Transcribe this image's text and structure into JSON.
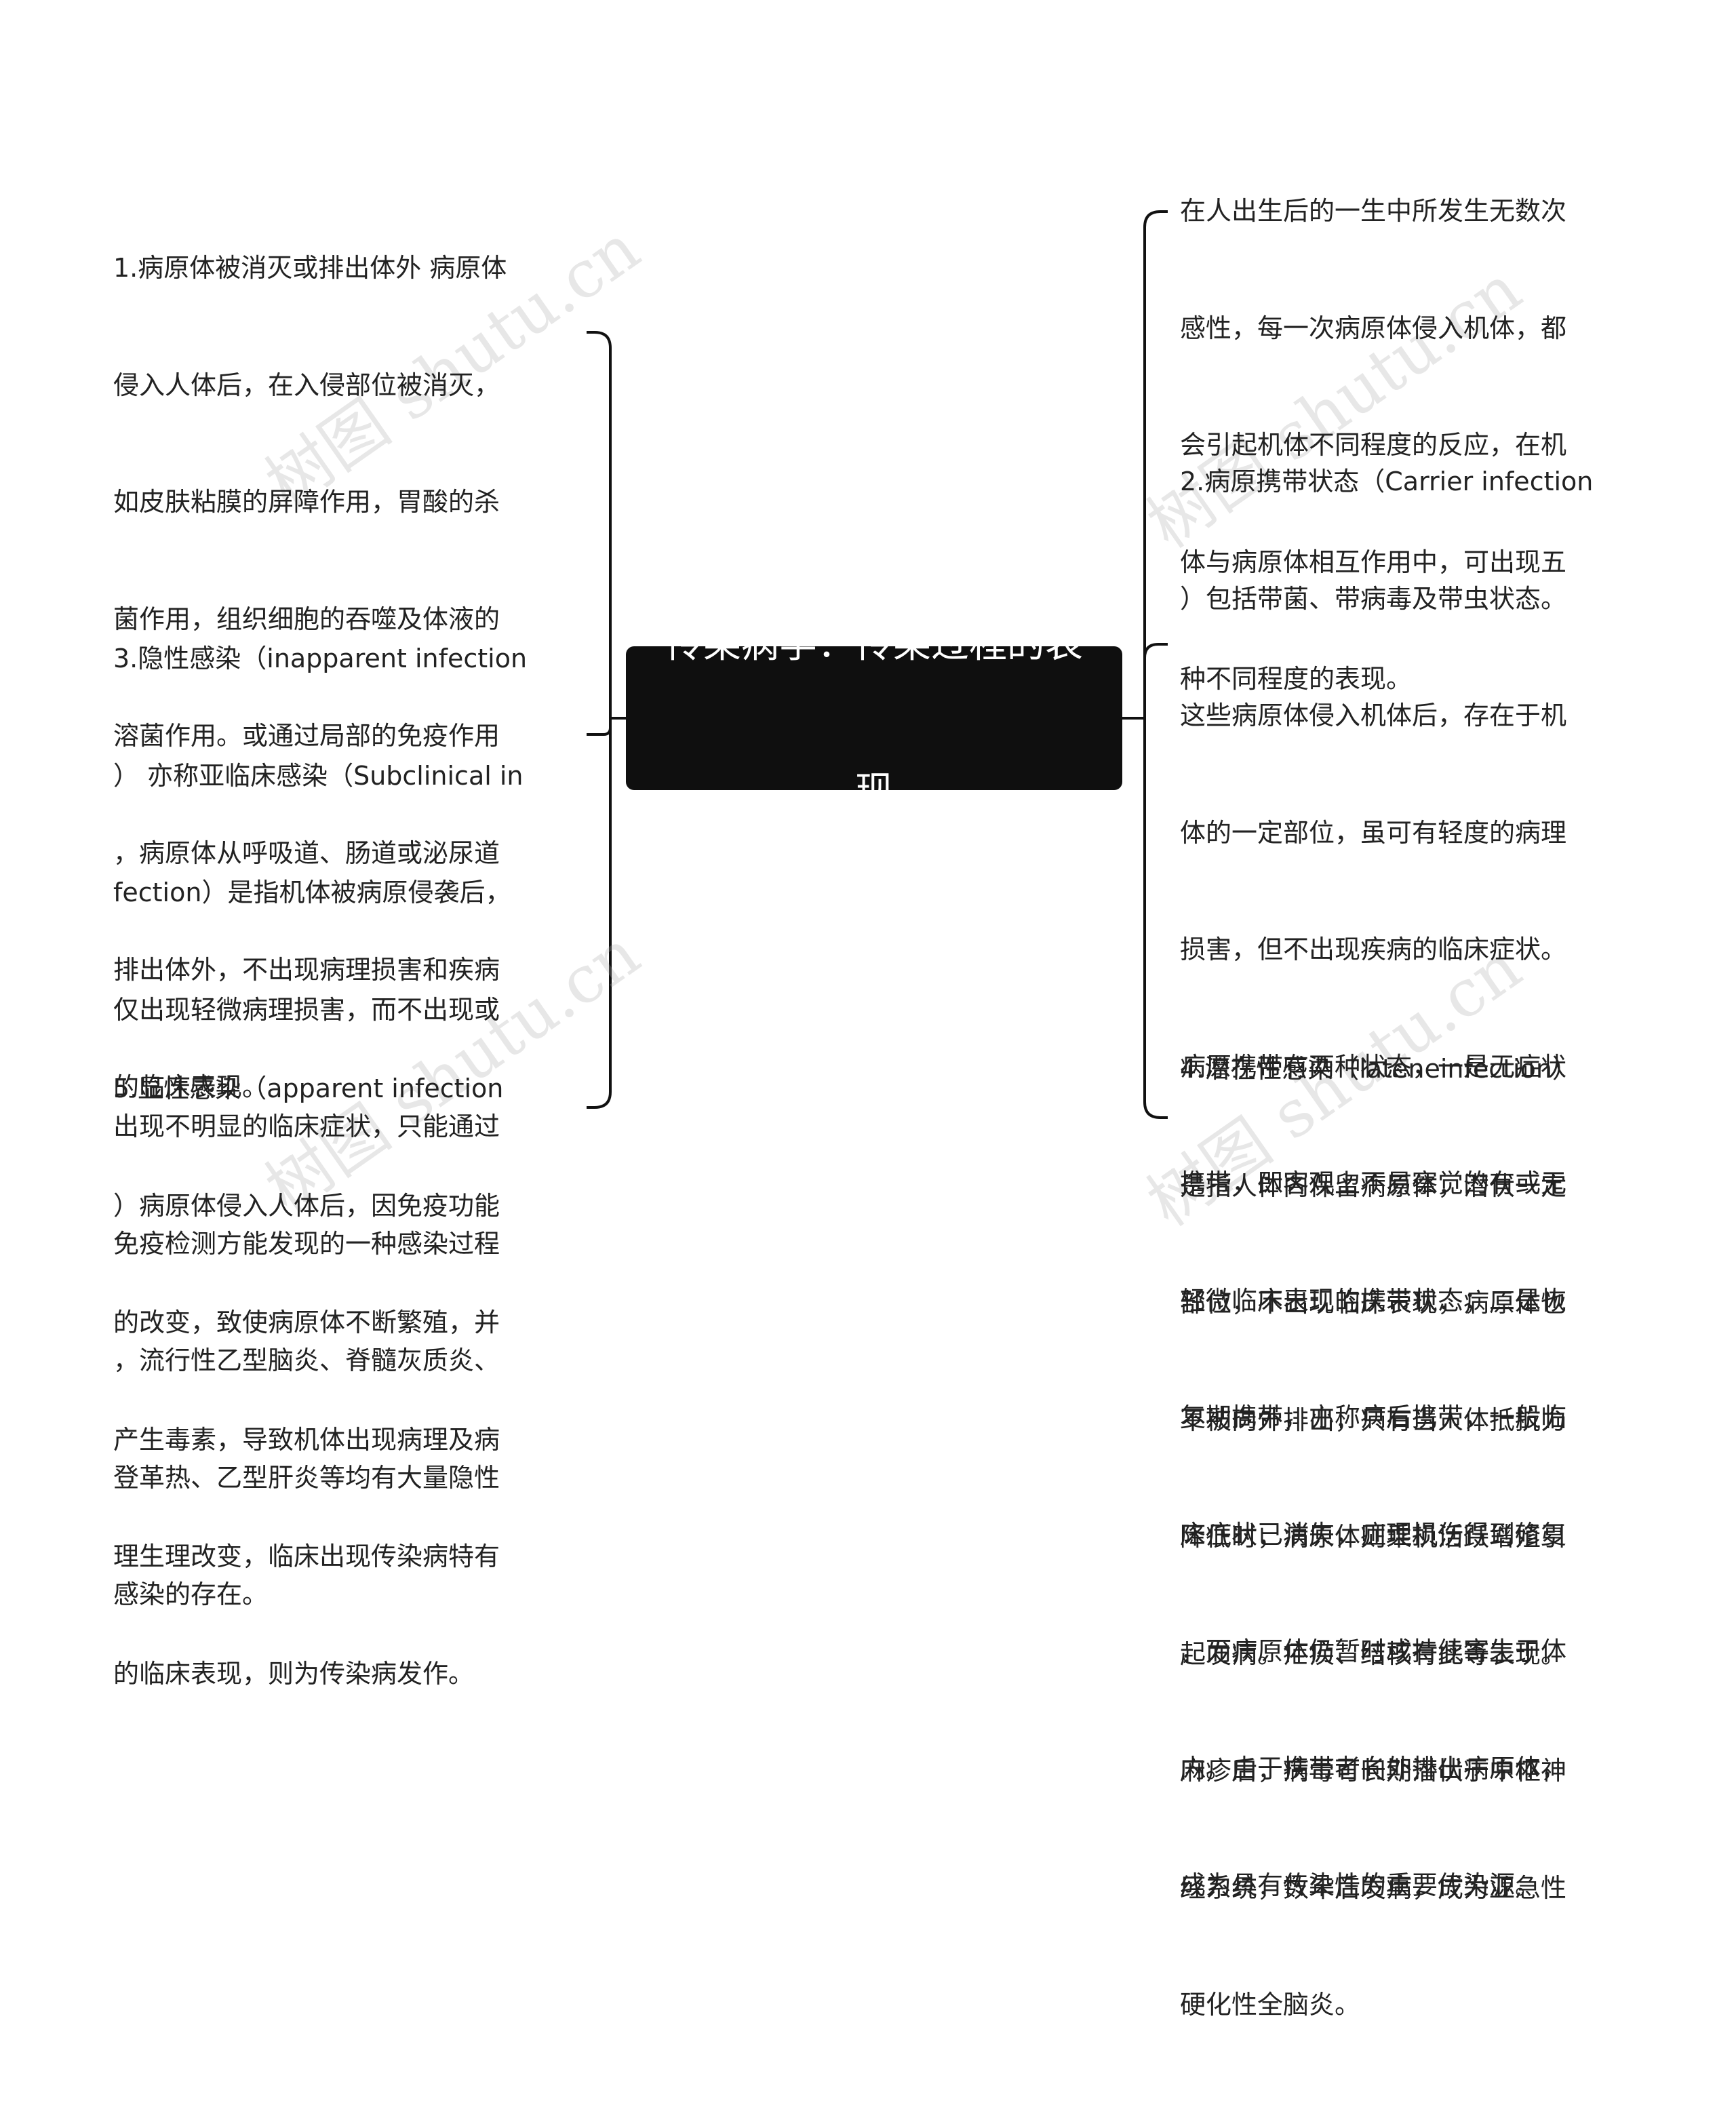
{
  "root": {
    "title_lines": [
      "传染病学：传染过程的表",
      "现"
    ]
  },
  "left_nodes": [
    {
      "lines": [
        "1.病原体被消灭或排出体外 病原体",
        "侵入人体后，在入侵部位被消灭，",
        "如皮肤粘膜的屏障作用，胃酸的杀",
        "菌作用，组织细胞的吞噬及体液的",
        "溶菌作用。或通过局部的免疫作用",
        "，病原体从呼吸道、肠道或泌尿道",
        "排出体外，不出现病理损害和疾病",
        "的临床表现。"
      ]
    },
    {
      "lines": [
        "3.隐性感染（inapparent infection",
        "） 亦称亚临床感染（Subclinical in",
        "fection）是指机体被病原侵袭后，",
        "仅出现轻微病理损害，而不出现或",
        "出现不明显的临床症状，只能通过",
        "免疫检测方能发现的一种感染过程",
        "，流行性乙型脑炎、脊髓灰质炎、",
        "登革热、乙型肝炎等均有大量隐性",
        "感染的存在。"
      ]
    },
    {
      "lines": [
        "5.显性感染（apparent infection",
        "）病原体侵入人体后，因免疫功能",
        "的改变，致使病原体不断繁殖，并",
        "产生毒素，导致机体出现病理及病",
        "理生理改变，临床出现传染病特有",
        "的临床表现，则为传染病发作。"
      ]
    }
  ],
  "right_nodes": [
    {
      "lines": [
        "在人出生后的一生中所发生无数次",
        "感性，每一次病原体侵入机体，都",
        "会引起机体不同程度的反应，在机",
        "体与病原体相互作用中，可出现五",
        "种不同程度的表现。"
      ]
    },
    {
      "lines": [
        "2.病原携带状态（Carrier infection",
        "）包括带菌、带病毒及带虫状态。",
        "这些病原体侵入机体后，存在于机",
        "体的一定部位，虽可有轻度的病理",
        "损害，但不出现疾病的临床症状。",
        "病原携带有两种状态，一是无症状",
        "携带，即客观上不易察觉的有或无",
        "轻微临床表现的携带状态；二是恢",
        "复期携带，亦称病后携带，一般临",
        "床症状已消失，症理损伤得到修复",
        "，而病原体仍暂时或持续寄生于体",
        "内。由于携带者向外排出病原体，",
        "成为具有传染性的重要传染源。"
      ]
    },
    {
      "lines": [
        "4.潜在性感染（lateneinfection）",
        "是指人体内保留病原体，潜伏一定",
        "部位，不出现临床表现，病原体也",
        "不被向外排出，只有当人体抵抗力",
        "降低时，病原体则乘机活跃增殖引",
        "起发病。疟疾、结核有此等表现。",
        "麻疹后，病毒可长期潜伏于中枢神",
        "经系统，数年后发病，成为亚急性",
        "硬化性全脑炎。"
      ]
    }
  ],
  "watermark": "树图 shutu.cn",
  "colors": {
    "root_bg": "#0f0f0f",
    "root_text": "#ffffff",
    "text": "#222222",
    "line": "#111111",
    "watermark": "#aaaaaa"
  }
}
